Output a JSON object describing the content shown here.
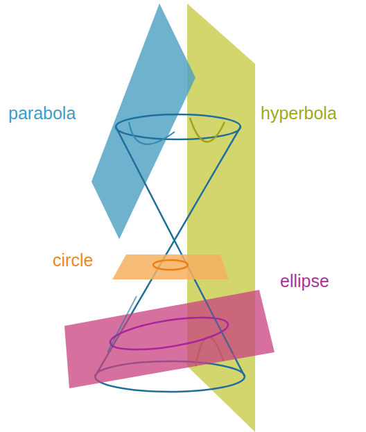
{
  "diagram": {
    "labels": [
      "parabola",
      "hyperbola",
      "circle",
      "ellipse"
    ]
  }
}
